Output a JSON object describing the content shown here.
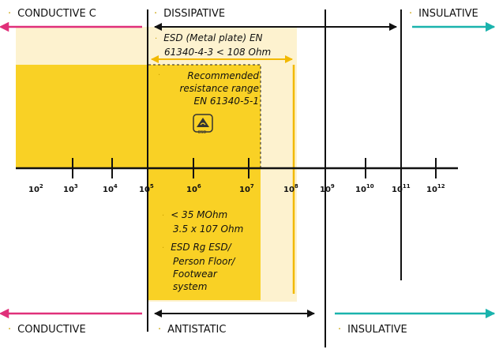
{
  "headers_top": {
    "conductive": "CONDUCTIVE C",
    "dissipative": "DISSIPATIVE",
    "insulative": "INSULATIVE"
  },
  "headers_bottom": {
    "conductive": "CONDUCTIVE",
    "antistatic": "ANTISTATIC",
    "insulative": "INSULATIVE"
  },
  "axis": {
    "base": "10",
    "exponents": [
      "2",
      "3",
      "4",
      "5",
      "6",
      "7",
      "8",
      "9",
      "10",
      "11",
      "12"
    ]
  },
  "annotations": {
    "metal_plate": [
      "ESD (Metal plate) EN",
      "61340-4-3 < 108 Ohm"
    ],
    "recommended": [
      "Recommended",
      "resistance range",
      "EN 61340-5-1"
    ],
    "mohm": [
      "< 35 MOhm",
      "3.5 x 107 Ohm"
    ],
    "esd_rg": [
      "ESD Rg ESD/",
      "Person Floor/",
      "Footwear",
      "system"
    ]
  },
  "icon": {
    "name": "esd-symbol-icon",
    "caption": "ESD"
  },
  "colors": {
    "magenta": "#e0307a",
    "teal": "#1ab3ad",
    "yellow": "#f9d125",
    "pale_yellow": "#fdf2cf",
    "line": "#111111"
  }
}
